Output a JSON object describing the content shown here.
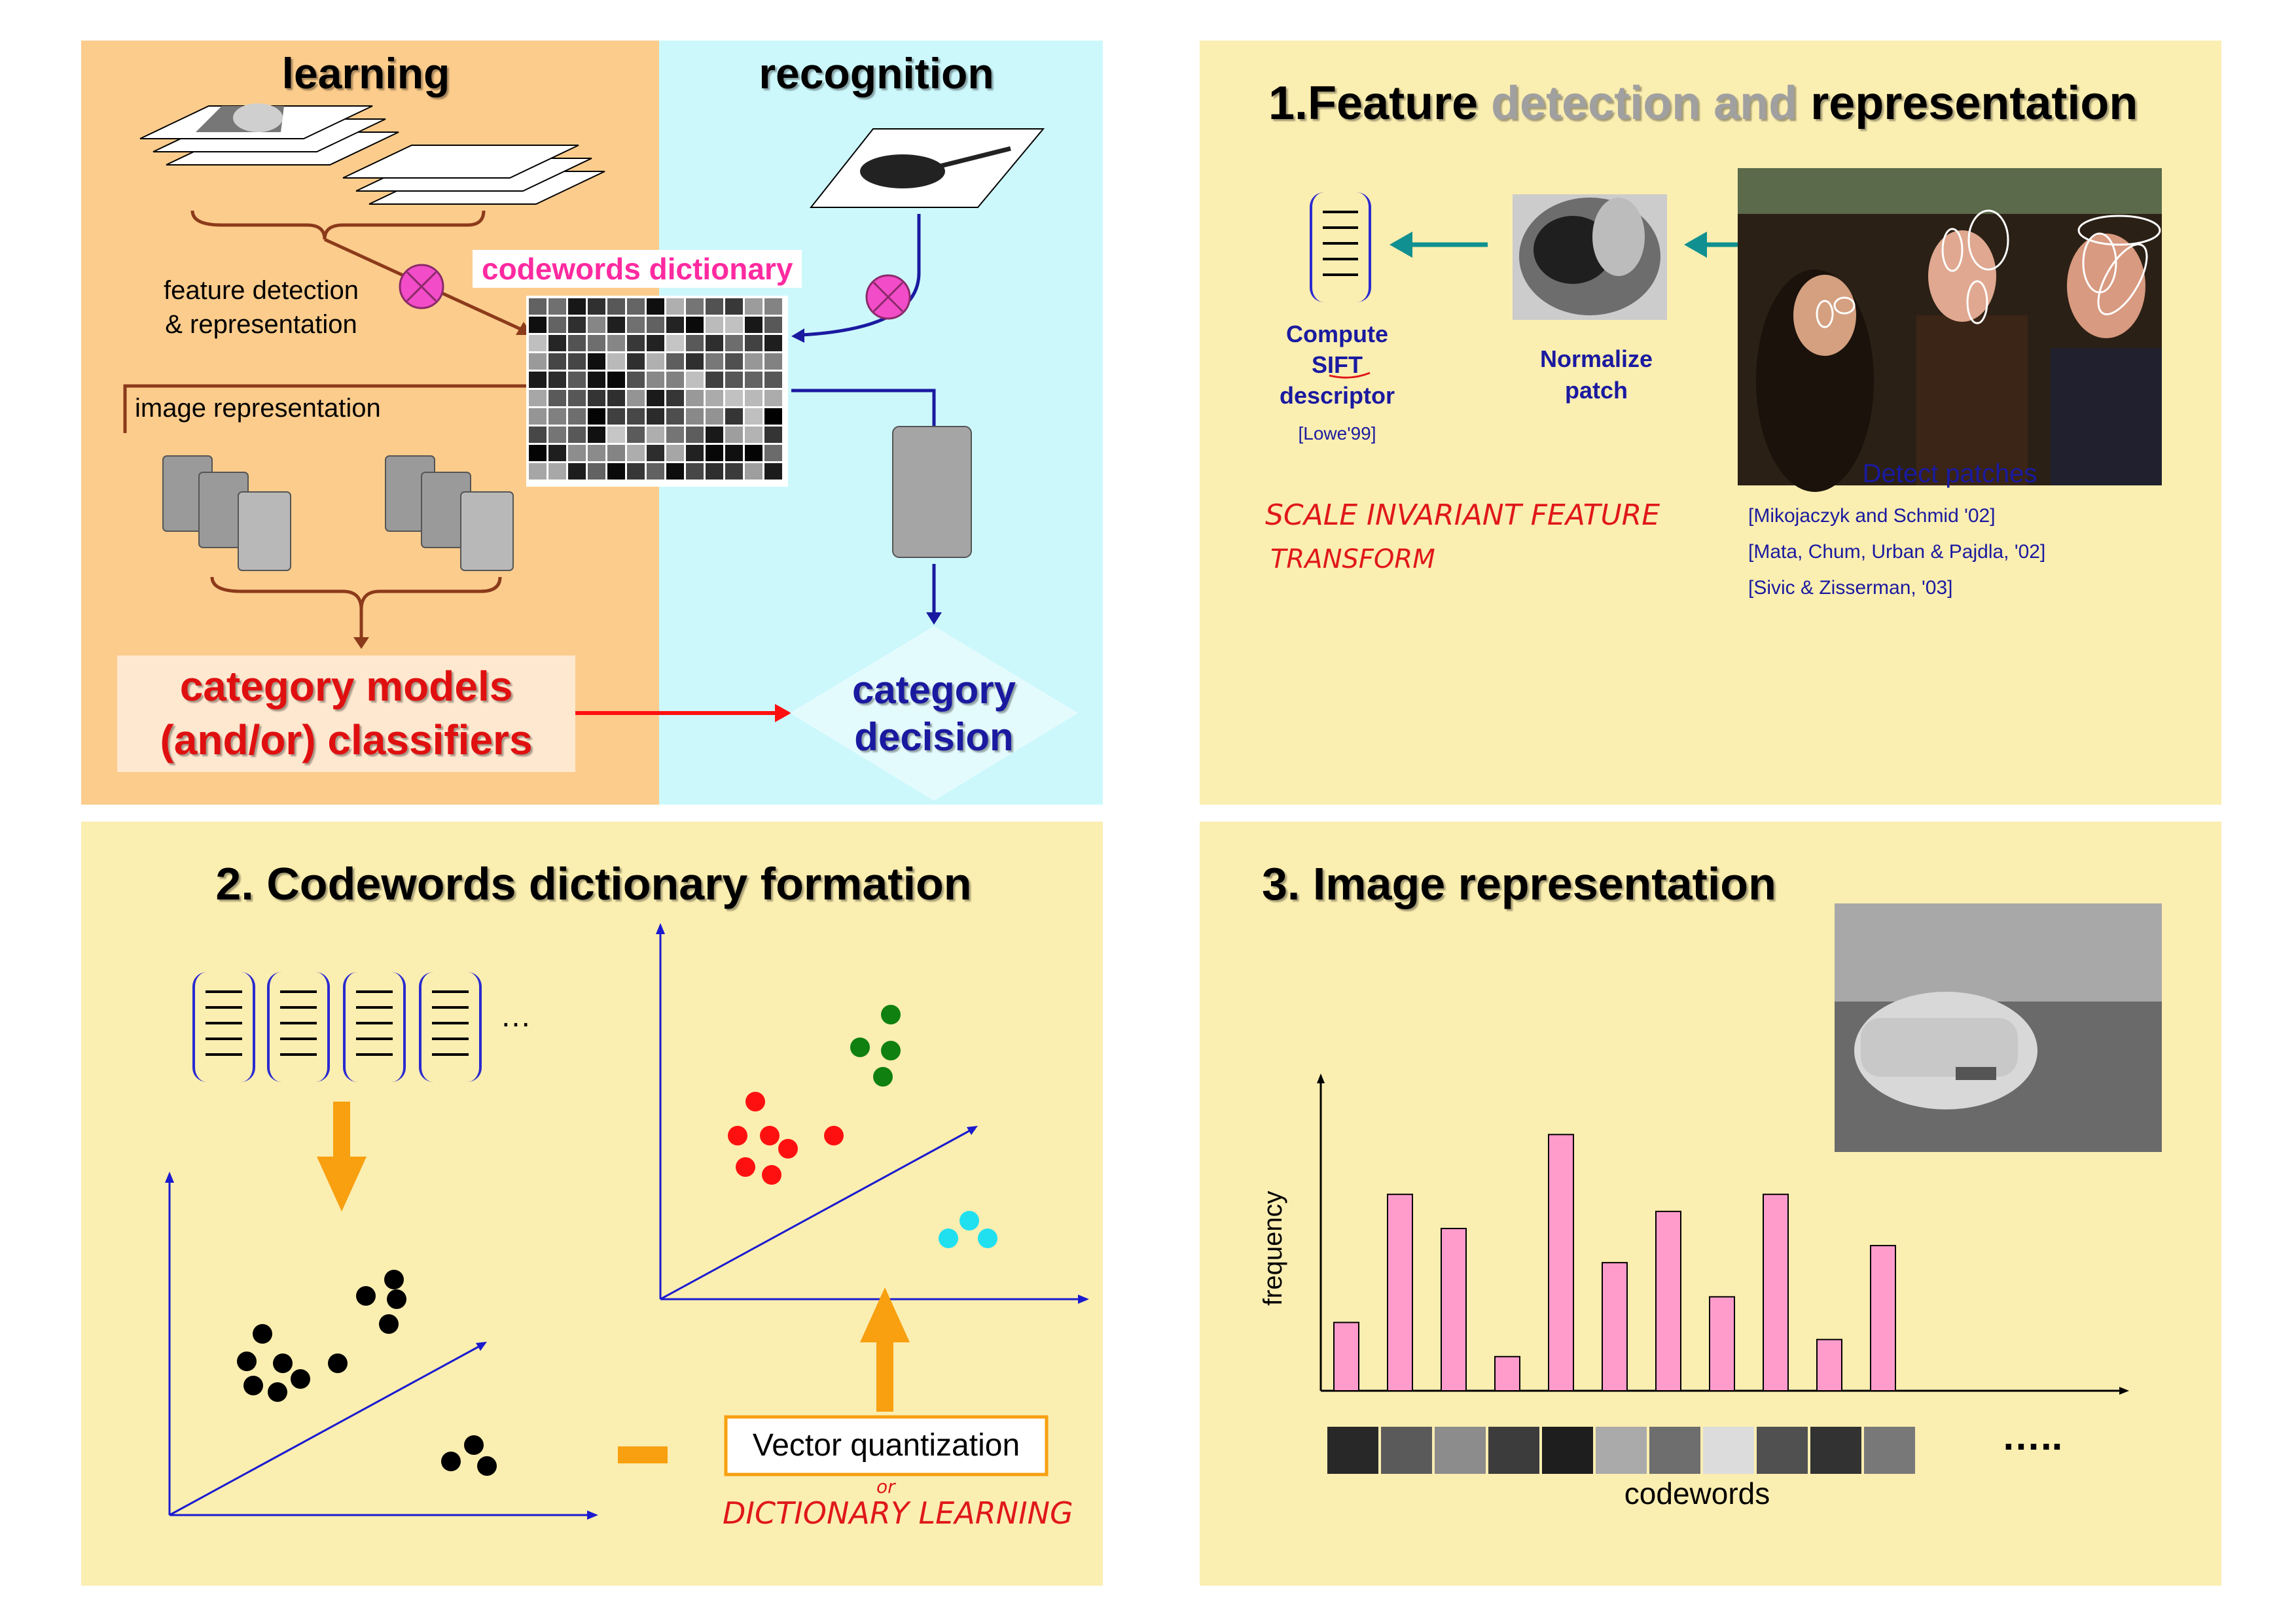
{
  "panel1": {
    "learning_label": "learning",
    "recognition_label": "recognition",
    "feature_label_line1": "feature detection",
    "feature_label_line2": "& representation",
    "codewords_label": "codewords dictionary",
    "image_rep_label": "image representation",
    "category_models_line1": "category models",
    "category_models_line2": "(and/or) classifiers",
    "category_decision_line1": "category",
    "category_decision_line2": "decision",
    "colors": {
      "learning_bg": "#fccc8c",
      "recognition_bg": "#ccf8fc",
      "models_text": "#e01010",
      "decision_text": "#1a1aa0",
      "codewords_text": "#ff2aa0"
    }
  },
  "panel2": {
    "title_prefix": "1.Feature ",
    "title_gray": "detection and",
    "title_suffix": " representation",
    "compute_line1": "Compute",
    "compute_line2": "SIFT",
    "compute_line3": "descriptor",
    "lowe_ref": "[Lowe'99]",
    "normalize_line1": "Normalize",
    "normalize_line2": "patch",
    "detect_label": "Detect patches",
    "refs": [
      "[Mikojaczyk and Schmid '02]",
      "[Mata, Chum, Urban & Pajdla, '02]",
      "[Sivic & Zisserman, '03]"
    ],
    "handwriting_line1": "SCALE INVARIANT FEATURE",
    "handwriting_line2": "TRANSFORM"
  },
  "panel3": {
    "title": "2. Codewords dictionary formation",
    "ellipsis": "…",
    "vq_label": "Vector quantization",
    "handwriting_or": "or",
    "handwriting": "DICTIONARY LEARNING",
    "colors": {
      "arrow": "#f8a010",
      "axis": "#1a1ad0",
      "red": "#ff1010",
      "green": "#108010",
      "cyan": "#20e0f0"
    }
  },
  "panel4": {
    "title": "3. Image representation",
    "ylabel": "frequency",
    "xlabel": "codewords",
    "dots": "…..",
    "colors": {
      "bar": "#ff9ccc"
    }
  },
  "chart_data": {
    "type": "bar",
    "xlabel": "codewords",
    "ylabel": "frequency",
    "values": [
      4,
      11.5,
      9.5,
      2,
      15,
      7.5,
      10.5,
      5.5,
      11.5,
      3,
      8.5
    ],
    "ylim": [
      0,
      18
    ]
  }
}
